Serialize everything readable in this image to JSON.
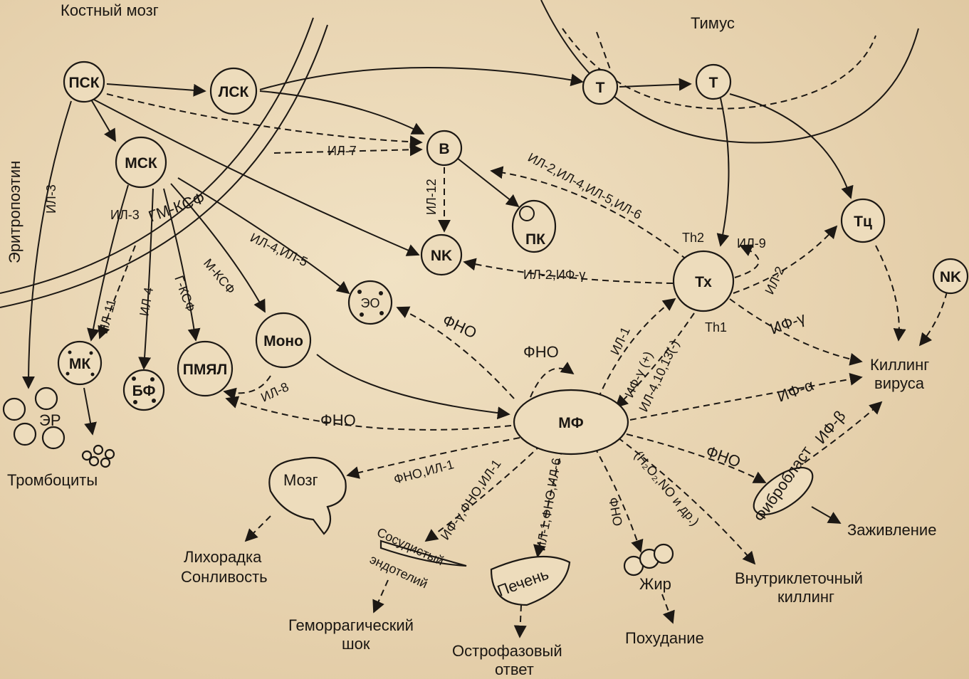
{
  "regions": {
    "bone_marrow": "Костный мозг",
    "thymus": "Тимус"
  },
  "cells": {
    "psk": "ПСК",
    "lsk": "ЛСК",
    "msk": "МСК",
    "t1": "Т",
    "t2": "Т",
    "b": "В",
    "pk": "ПК",
    "nk1": "NK",
    "nk2": "NK",
    "tx": "Тх",
    "tc": "Тц",
    "eo": "ЭО",
    "mono": "Моно",
    "mk": "МК",
    "bf": "БФ",
    "pmyal": "ПМЯЛ",
    "er": "ЭР",
    "mf": "МФ",
    "th2": "Th2",
    "th1": "Th1"
  },
  "cytokines": {
    "erythropoietin": "Эритропоэтин",
    "il3_left": "ИЛ-3",
    "il3": "ИЛ-3",
    "gm_csf": "ГМ-КСФ",
    "il11": "ИЛ-11",
    "il4": "ИЛ-4",
    "g_csf": "Г-КСФ",
    "m_csf": "М-КСФ",
    "il45": "ИЛ-4,ИЛ-5",
    "il7": "ИЛ-7",
    "il12": "ИЛ-12",
    "il2456": "ИЛ-2,ИЛ-4,ИЛ-5,ИЛ-6",
    "il9": "ИЛ-9",
    "il2": "ИЛ-2",
    "il2_ifg": "ИЛ-2,ИФ-γ",
    "fno_eo": "ФНО",
    "il1": "ИЛ-1",
    "fno_self": "ФНО",
    "ifg_plus": "ИФ-γ (+)",
    "il4_minus": "ИЛ-4,10,13(-)",
    "ifg_kill": "ИФ-γ",
    "ifa": "ИФ-α",
    "ifb": "ИФ-β",
    "il8": "ИЛ-8",
    "fno_pmyal": "ФНО",
    "fno_il1": "ФНО,ИЛ-1",
    "ifg_fno_il1": "ИФ-γ,ФНО,ИЛ-1",
    "il1_fno_il6": "ИЛ-1,ФНО,ИЛ-6",
    "fno_fat": "ФНО",
    "h2o2": "(H₂O₂,NO и др.)",
    "fno_fib": "ФНО"
  },
  "outcomes": {
    "thrombocytes": "Тромбоциты",
    "killing_virus_1": "Киллинг",
    "killing_virus_2": "вируса",
    "healing": "Заживление",
    "intracellular_1": "Внутриклеточный",
    "intracellular_2": "киллинг",
    "weight_loss": "Похудание",
    "acute_1": "Острофазовый",
    "acute_2": "ответ",
    "shock_1": "Геморрагический",
    "shock_2": "шок",
    "fever": "Лихорадка",
    "sleepiness": "Сонливость"
  },
  "organs": {
    "brain": "Мозг",
    "endothelium_1": "Сосудистый",
    "endothelium_2": "эндотелий",
    "liver": "Печень",
    "fat": "Жир",
    "fibroblast": "Фибробласт"
  }
}
